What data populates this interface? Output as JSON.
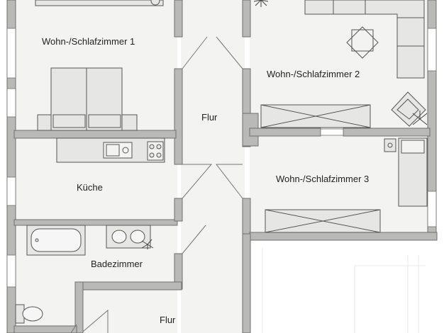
{
  "floorplan": {
    "rooms": [
      {
        "id": "wohn1",
        "label": "Wohn-/Schlafzimmer 1"
      },
      {
        "id": "wohn2",
        "label": "Wohn-/Schlafzimmer 2"
      },
      {
        "id": "flur1",
        "label": "Flur"
      },
      {
        "id": "wohn3",
        "label": "Wohn-/Schlafzimmer 3"
      },
      {
        "id": "kueche",
        "label": "Küche"
      },
      {
        "id": "bad",
        "label": "Badezimmer"
      },
      {
        "id": "flur2",
        "label": "Flur"
      }
    ],
    "colors": {
      "wall": "#b9b9b7",
      "wall_edge": "#6f6f6d",
      "floor": "#f3f3f2",
      "furniture": "#e6e6e4",
      "line": "#555555"
    }
  }
}
